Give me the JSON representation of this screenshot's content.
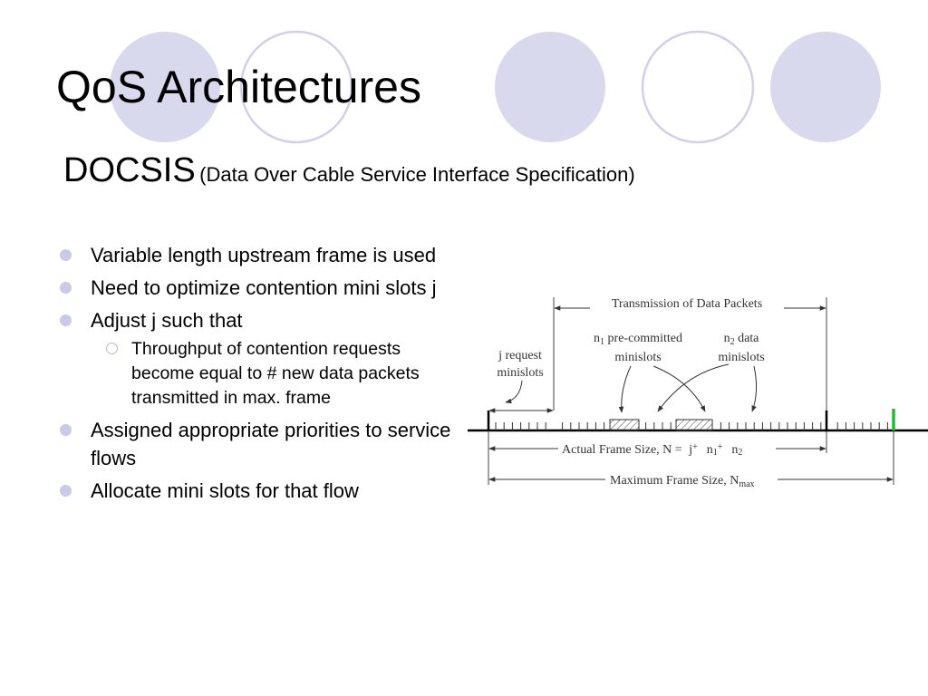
{
  "slide": {
    "title": "QoS Architectures",
    "subtitle": "DOCSIS",
    "subtitle_paren": "(Data Over Cable Service Interface Specification)"
  },
  "bullets": [
    {
      "text": "Variable length upstream frame is used"
    },
    {
      "text": "Need to optimize contention mini slots j"
    },
    {
      "text": "Adjust j such that"
    },
    {
      "text": "Throughput of contention requests become equal to # new data packets transmitted in max. frame"
    },
    {
      "text": "Assigned appropriate priorities to service flows"
    },
    {
      "text": "Allocate mini slots for that flow"
    }
  ],
  "diagram": {
    "transmission_label": "Transmission of Data Packets",
    "j_request_line1": "j request",
    "j_request_line2": "minislots",
    "n1_line1_pre": "n",
    "n1_sub": "1",
    "n1_line1_post": " pre-committed",
    "n1_line2": "minislots",
    "n2_line1_pre": "n",
    "n2_sub": "2",
    "n2_line1_post": " data",
    "n2_line2": "minislots",
    "actual_frame_prefix": "Actual Frame Size, N = ",
    "actual_j": "j",
    "actual_plus1": "+",
    "actual_n1": "n",
    "actual_n1_sub": "1",
    "actual_plus2": "+",
    "actual_n2": "n",
    "actual_n2_sub": "2",
    "max_frame_prefix": "Maximum Frame Size, N",
    "max_frame_sub": "max"
  },
  "colors": {
    "circle_fill": "#d9d9ee",
    "circle_stroke": "#d0d0ea",
    "bullet": "#c9c9e8",
    "marker_green": "#22bb33"
  }
}
